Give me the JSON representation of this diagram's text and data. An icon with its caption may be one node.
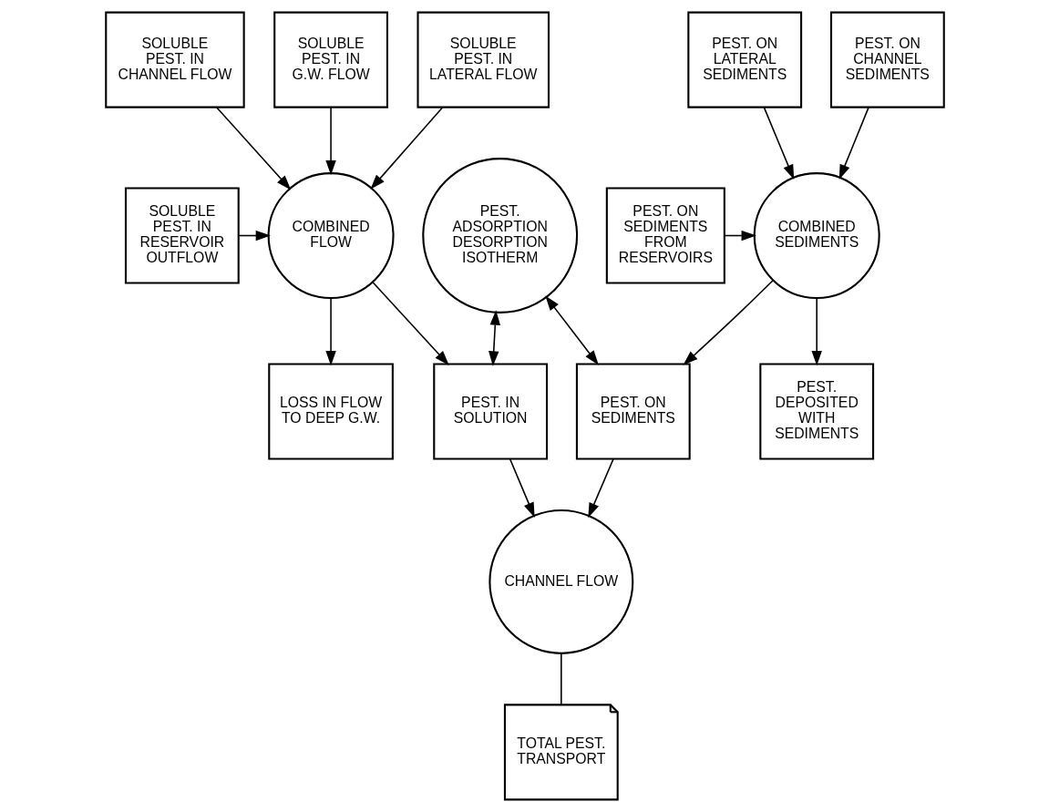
{
  "diagram": {
    "nodes": [
      {
        "text": [
          "SOLUBLE PEST. IN G.W. FLOW"
        ]
      },
      {
        "text": [
          "SOLUBLE PEST. IN LATERAL FLOW"
        ]
      },
      {
        "text": [
          "SOLUBLE PEST. IN CHANNEL FLOW"
        ]
      },
      {
        "text": [
          "PEST. ON CHANNEL SEDIMENTS"
        ]
      },
      {
        "text": [
          "PEST. ON LATERAL SEDIMENTS"
        ]
      },
      {
        "text": [
          "SOLUBLE PEST. IN RESERVOIR OUTFLOW"
        ]
      },
      {
        "text": [
          "COMBINED FLOW"
        ]
      },
      {
        "text": [
          "PEST. ADSORPTION DESORPTION ISOTHERM"
        ]
      },
      {
        "text": [
          "COMBINED SEDIMENTS"
        ]
      },
      {
        "text": [
          "PEST. ON SEDIMENTS FROM RESERVOIRS"
        ]
      },
      {
        "text": [
          "LOSS IN FLOW TO DEEP G.W."
        ]
      },
      {
        "text": [
          "PEST. IN SOLUTION"
        ]
      },
      {
        "text": [
          "CHANNEL FLOW"
        ]
      },
      {
        "text": [
          "PEST. ON SEDIMENTS"
        ]
      },
      {
        "text": [
          "PEST. DEPOSITED WITH SEDIMENTS"
        ]
      },
      {
        "text": [
          "TOTAL PEST. TRANSPORT"
        ]
      }
    ],
    "edges": [
      {
        "from": 0,
        "to": 6,
        "arrow": "to"
      },
      {
        "from": 1,
        "to": 6,
        "arrow": "to"
      },
      {
        "from": 2,
        "to": 6,
        "arrow": "to"
      },
      {
        "from": 3,
        "to": 8,
        "arrow": "to"
      },
      {
        "from": 4,
        "to": 8,
        "arrow": "to"
      },
      {
        "from": 5,
        "to": 6,
        "arrow": "to"
      },
      {
        "from": 9,
        "to": 8,
        "arrow": "to"
      },
      {
        "from": 6,
        "to": 10,
        "arrow": "to"
      },
      {
        "from": 6,
        "to": 11,
        "arrow": "to"
      },
      {
        "from": 11,
        "to": 7,
        "arrow": "both"
      },
      {
        "from": 7,
        "to": 13,
        "arrow": "both"
      },
      {
        "from": 8,
        "to": 13,
        "arrow": "to"
      },
      {
        "from": 8,
        "to": 14,
        "arrow": "to"
      },
      {
        "from": 11,
        "to": 12,
        "arrow": "to"
      },
      {
        "from": 13,
        "to": 12,
        "arrow": "to"
      },
      {
        "from": 12,
        "to": 15,
        "arrow": "none"
      }
    ]
  }
}
